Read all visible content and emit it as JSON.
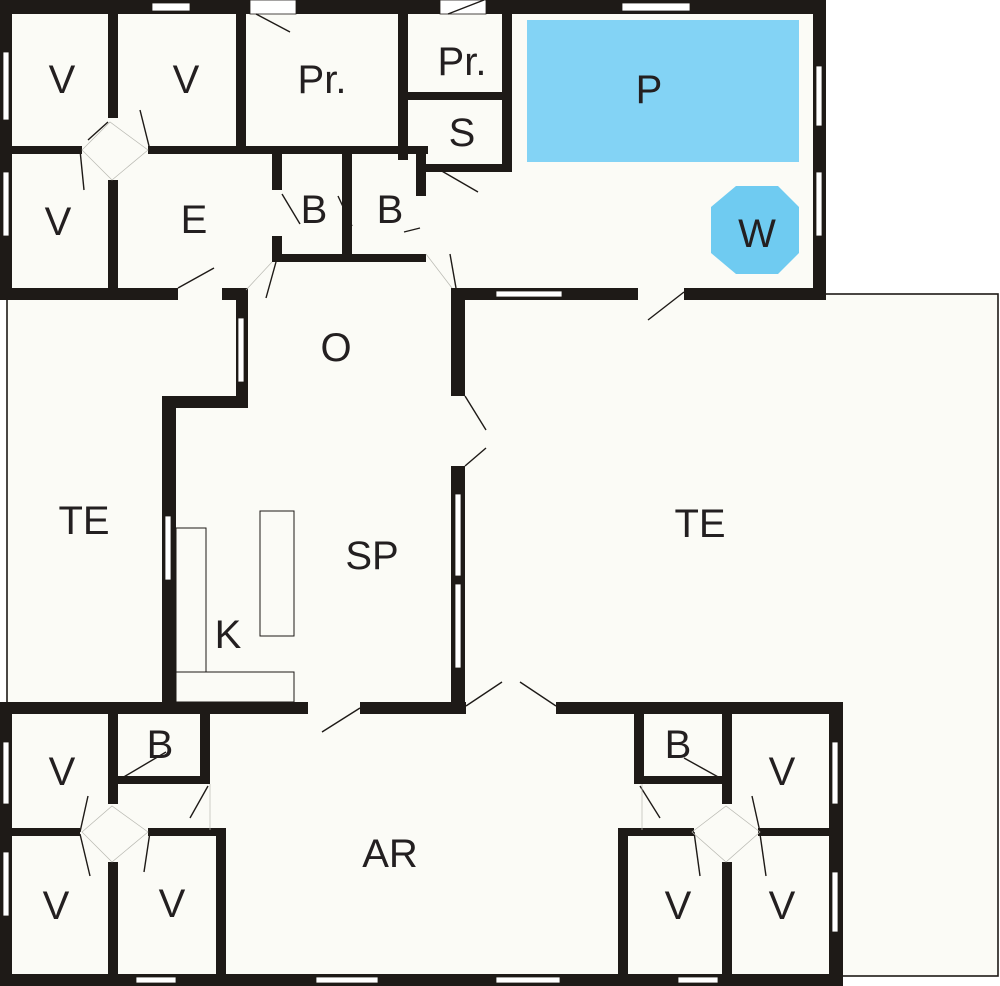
{
  "colors": {
    "pool": "#83d3f5",
    "whirlpool": "#6fcbf1",
    "floor": "#fbfbf6",
    "wall": "#1e1a17"
  },
  "labels": {
    "bedroom_1": "V",
    "bedroom_2": "V",
    "bedroom_3": "V",
    "storage_1": "Pr.",
    "storage_2": "Pr.",
    "sauna": "S",
    "pool": "P",
    "whirlpool": "W",
    "entrance": "E",
    "bath_1": "B",
    "bath_2": "B",
    "hall": "O",
    "terrace_west": "TE",
    "terrace_east": "TE",
    "dining": "SP",
    "kitchen": "K",
    "bath_3": "B",
    "bath_4": "B",
    "bedroom_4": "V",
    "bedroom_5": "V",
    "bedroom_6": "V",
    "living": "AR",
    "bedroom_7": "V",
    "bedroom_8": "V",
    "bedroom_9": "V"
  }
}
